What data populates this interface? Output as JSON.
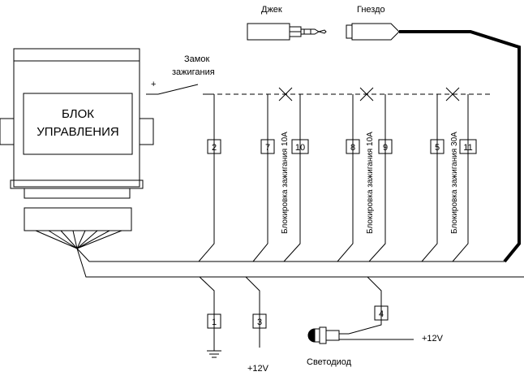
{
  "connectors": {
    "jack_label": "Джек",
    "socket_label": "Гнездо"
  },
  "ignition": {
    "lock_label_line1": "Замок",
    "lock_label_line2": "зажигания",
    "plus_sign": "+"
  },
  "control_unit": {
    "line1": "БЛОК",
    "line2": "УПРАВЛЕНИЯ"
  },
  "pins": {
    "p2": "2",
    "p7": "7",
    "p10": "10",
    "p8": "8",
    "p9": "9",
    "p5": "5",
    "p11": "11",
    "p1": "1",
    "p3": "3",
    "p4": "4"
  },
  "relay_labels": {
    "r1": "Блокировка зажигания 10А",
    "r2": "Блокировка зажигания 10А",
    "r3": "Блокировка зажигания 30А"
  },
  "power": {
    "plus12_bottom": "+12V",
    "plus12_led": "+12V"
  },
  "led": {
    "label": "Светодиод"
  }
}
